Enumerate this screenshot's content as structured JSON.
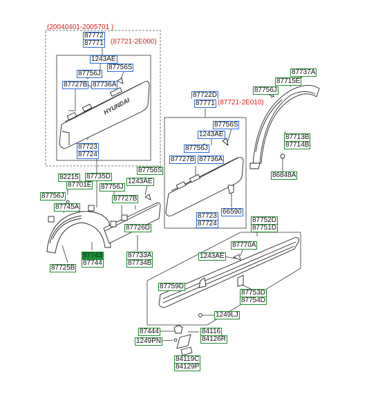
{
  "colors": {
    "label_border_blue": "#2b6cd4",
    "label_border_green": "#1f8a2d",
    "highlight": "#1d8f3a",
    "date_text": "#d21f1f",
    "line": "#333333"
  },
  "group_left": {
    "date_range": "(20040401-2005701 )",
    "ref_upper": "87772",
    "ref_lower": "87771",
    "ref_note": "(87721-2E000)",
    "parts": [
      "1243AE",
      "87756J",
      "87756S",
      "87727B",
      "87736A",
      "87723",
      "87724"
    ],
    "emblem_text": "HYUNDAI"
  },
  "group_center": {
    "ref_upper": "87722D",
    "ref_lower": "87771",
    "ref_note": "(87721-2E010)",
    "parts": [
      "87756S",
      "1243AE",
      "87756J",
      "87727B",
      "87736A",
      "87723",
      "87724",
      "66590"
    ]
  },
  "group_front_arch": {
    "parts": [
      "82215",
      "87701E",
      "87735D",
      "87756S",
      "87756J",
      "1243AE",
      "87756J",
      "87727B",
      "87745A",
      "87726D",
      "87743",
      "87744",
      "87733A",
      "87734B",
      "87725B"
    ]
  },
  "group_rear_arch": {
    "parts": [
      "87737A",
      "87756J",
      "87715E",
      "87713B",
      "87714B",
      "86848A"
    ]
  },
  "group_sill": {
    "parts": [
      "87752D",
      "87751D",
      "87770A",
      "1243AE",
      "87759D",
      "87753D",
      "87754D",
      "1249LJ"
    ]
  },
  "group_small": {
    "parts": [
      "87444",
      "1249PN",
      "84116",
      "84126R",
      "84119C",
      "84129P"
    ]
  }
}
